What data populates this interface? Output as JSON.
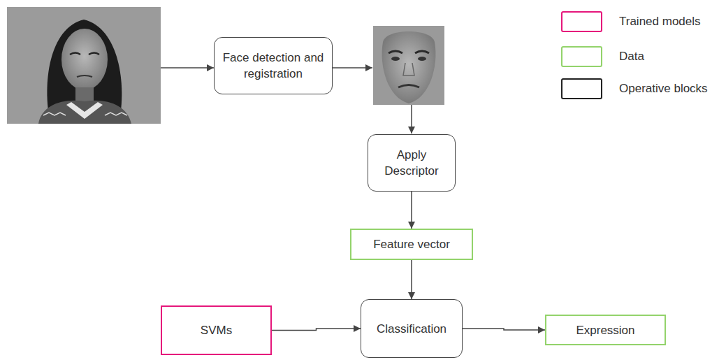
{
  "diagram": {
    "nodes": [
      {
        "text": [
          "Face detection and registration"
        ]
      },
      {
        "text": [
          "Apply Descriptor"
        ]
      },
      {
        "text": [
          "Feature vector"
        ]
      },
      {
        "text": [
          "SVMs"
        ]
      },
      {
        "text": [
          "Classification"
        ]
      },
      {
        "text": [
          "Expression"
        ]
      }
    ],
    "edges": [
      {
        "from": 1,
        "to": 2,
        "arrow": "to"
      },
      {
        "from": 2,
        "to": 4,
        "arrow": "to"
      },
      {
        "from": 3,
        "to": 4,
        "arrow": "to"
      },
      {
        "from": 4,
        "to": 5,
        "arrow": "to"
      }
    ],
    "legend": [
      {
        "text": "Trained models",
        "color": "#e5177b"
      },
      {
        "text": "Data",
        "color": "#93d36b"
      },
      {
        "text": "Operative blocks",
        "color": "#222222"
      }
    ]
  }
}
